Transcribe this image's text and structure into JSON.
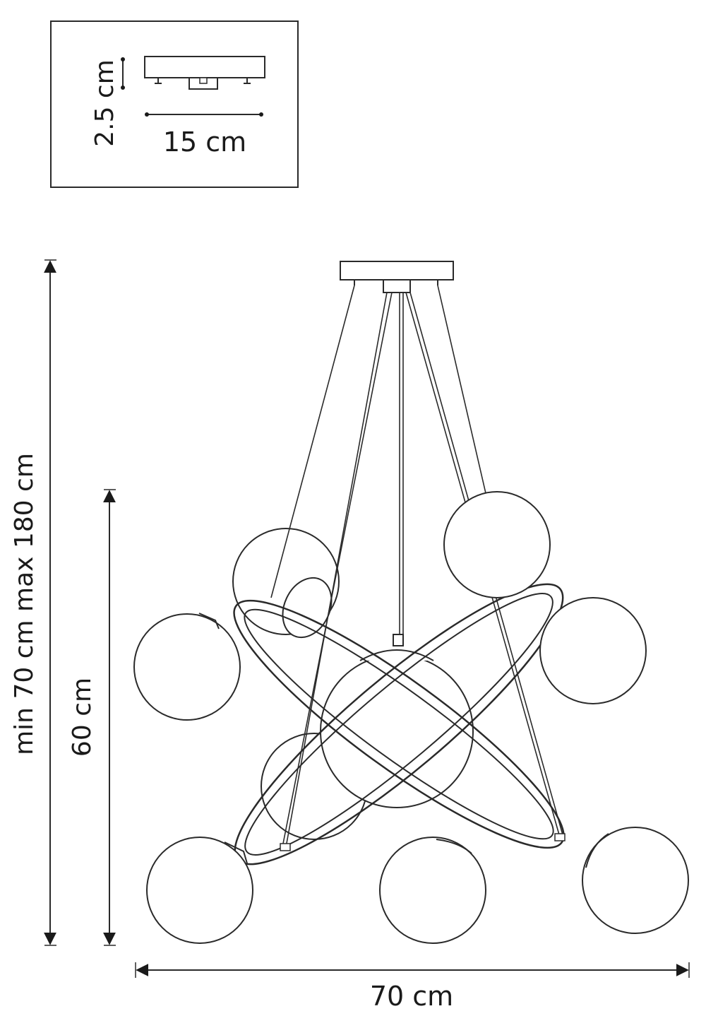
{
  "diagram": {
    "canopy_inset": {
      "height_label": "2.5 cm",
      "width_label": "15 cm"
    },
    "dimensions": {
      "overall_height_label": "min 70 cm max 180 cm",
      "body_height_label": "60 cm",
      "width_label": "70 cm"
    }
  }
}
